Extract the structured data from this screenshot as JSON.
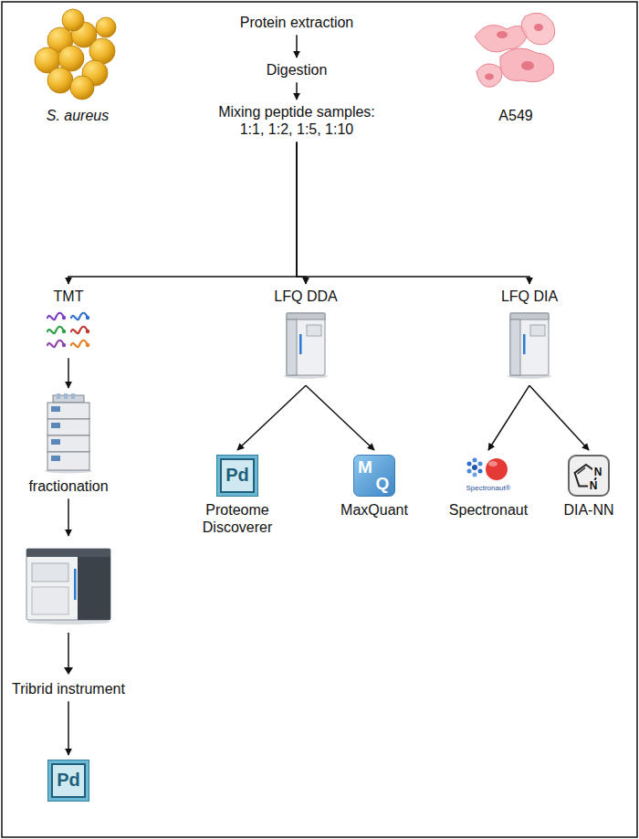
{
  "diagram": {
    "nodes": [
      {
        "text": [
          "Protein extraction"
        ]
      },
      {
        "text": [
          "Digestion"
        ]
      },
      {
        "text": [
          "Mixing peptide samples: 1:1, 1:2, 1:5, 1:10"
        ]
      },
      {
        "text": [
          "TMT"
        ]
      },
      {
        "text": [
          "LFQ DDA"
        ]
      },
      {
        "text": [
          "LFQ DIA"
        ]
      },
      {
        "text": [
          "fractionation"
        ]
      },
      {
        "text": [
          "Tribrid instrument"
        ]
      },
      {
        "text": [
          "Pd"
        ]
      },
      {
        "text": [
          "Pd",
          "Proteome Discoverer"
        ]
      },
      {
        "text": [
          "M",
          "Q",
          "MaxQuant"
        ]
      },
      {
        "text": [
          "Spectronaut®",
          "Spectronaut"
        ]
      },
      {
        "text": [
          "N",
          "N",
          "DIA-NN"
        ]
      }
    ],
    "edges": [
      {
        "from": 0,
        "to": 1,
        "arrow": "to"
      },
      {
        "from": 1,
        "to": 2,
        "arrow": "to"
      },
      {
        "from": 2,
        "to": 3,
        "arrow": "to"
      },
      {
        "from": 2,
        "to": 4,
        "arrow": "to"
      },
      {
        "from": 2,
        "to": 5,
        "arrow": "to"
      },
      {
        "from": 3,
        "to": 6,
        "arrow": "to"
      },
      {
        "from": 6,
        "to": 7,
        "arrow": "to"
      },
      {
        "from": 7,
        "to": 8,
        "arrow": "to"
      },
      {
        "from": 4,
        "to": 9,
        "arrow": "to"
      },
      {
        "from": 4,
        "to": 10,
        "arrow": "to"
      },
      {
        "from": 5,
        "to": 11,
        "arrow": "to"
      },
      {
        "from": 5,
        "to": 12,
        "arrow": "to"
      }
    ],
    "labels": [
      "S. aureus",
      "A549"
    ]
  }
}
